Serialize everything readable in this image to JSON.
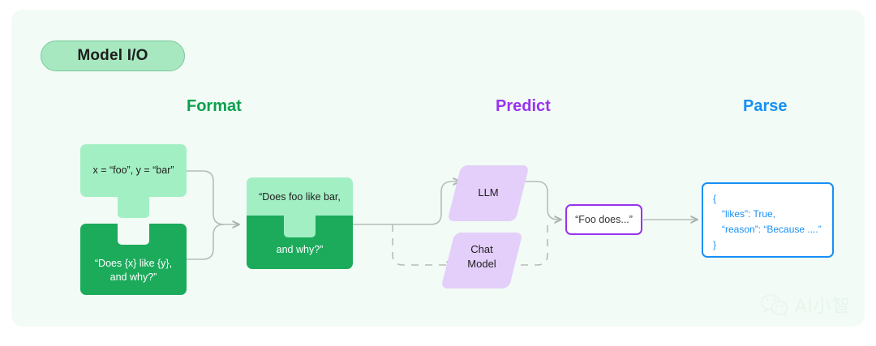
{
  "page": {
    "panel_bg": "#f2fbf5",
    "title_badge": {
      "label": "Model I/O",
      "fill": "#a8e8c0",
      "border": "#7cc99b"
    }
  },
  "headings": {
    "format": {
      "label": "Format",
      "color": "#0aa14f"
    },
    "predict": {
      "label": "Predict",
      "color": "#9933f0"
    },
    "parse": {
      "label": "Parse",
      "color": "#1790f5"
    }
  },
  "format_stage": {
    "values_piece": {
      "text": "x = “foo”, y = “bar”",
      "fill": "#a3efc4"
    },
    "template_piece": {
      "text": "“Does {x} like {y},\nand why?”",
      "line1": "“Does {x} like {y},",
      "line2": "and why?”",
      "fill": "#1bab5b"
    },
    "merged_piece": {
      "line1": "“Does foo like bar,",
      "line2": "and why?”",
      "fill_light": "#a3efc4",
      "fill_dark": "#1bab5b"
    }
  },
  "predict_stage": {
    "models": [
      {
        "label": "LLM",
        "fill": "#e3cffa",
        "connector": "solid"
      },
      {
        "label": "Chat\nModel",
        "fill": "#e3cffa",
        "connector": "dashed"
      }
    ],
    "raw_output": {
      "text": "“Foo does...”",
      "border": "#9933f0"
    }
  },
  "parse_stage": {
    "parsed_output": {
      "border": "#1790f5",
      "text_color": "#1790f5",
      "lines": [
        "{",
        "“likes”: True,",
        "“reason”: “Because ....”",
        "}"
      ]
    }
  },
  "watermark": {
    "text": "AI小智",
    "icon": "wechat-icon"
  }
}
